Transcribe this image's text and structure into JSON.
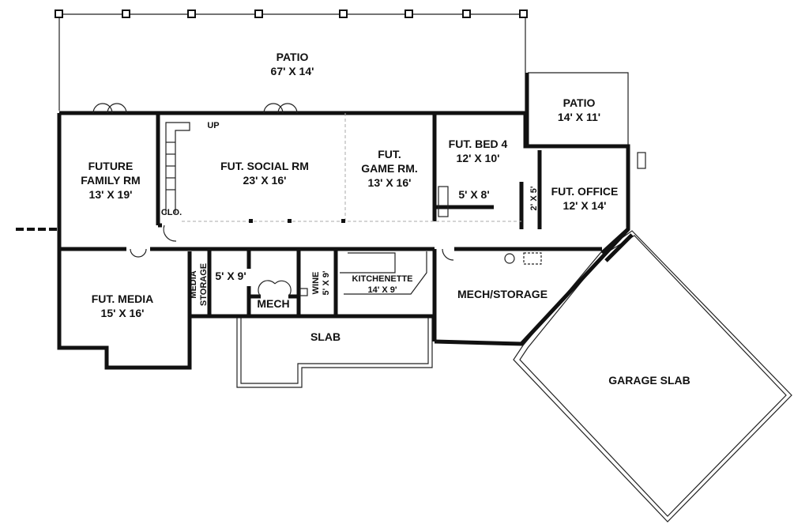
{
  "rooms": {
    "patio_main": {
      "name": "PATIO",
      "size": "67' X 14'"
    },
    "patio_small": {
      "name": "PATIO",
      "size": "14' X 11'"
    },
    "family": {
      "name_1": "FUTURE",
      "name_2": "FAMILY RM",
      "size": "13' X 19'"
    },
    "social": {
      "name": "FUT. SOCIAL RM",
      "size": "23' X 16'"
    },
    "game": {
      "name_1": "FUT.",
      "name_2": "GAME RM.",
      "size": "13' X 16'"
    },
    "bed4": {
      "name": "FUT. BED 4",
      "size": "12' X 10'"
    },
    "bath_bed": {
      "size": "5' X 8'"
    },
    "closet_office": {
      "size": "2' X 5'"
    },
    "office": {
      "name": "FUT. OFFICE",
      "size": "12' X 14'"
    },
    "closet": {
      "name": "CLO."
    },
    "stair": {
      "label": "UP"
    },
    "media": {
      "name": "FUT. MEDIA",
      "size": "15' X 16'"
    },
    "media_storage": {
      "name_1": "MEDIA",
      "name_2": "STORAGE"
    },
    "bath_mid": {
      "size": "5' X 9'"
    },
    "mech": {
      "name": "MECH"
    },
    "wine": {
      "name": "WINE",
      "size": "5' X 9'"
    },
    "kitchenette": {
      "name": "KITCHENETTE",
      "size": "14' X 9'"
    },
    "mech_storage": {
      "name": "MECH/STORAGE"
    },
    "slab": {
      "name": "SLAB"
    },
    "garage_slab": {
      "name": "GARAGE SLAB"
    }
  }
}
